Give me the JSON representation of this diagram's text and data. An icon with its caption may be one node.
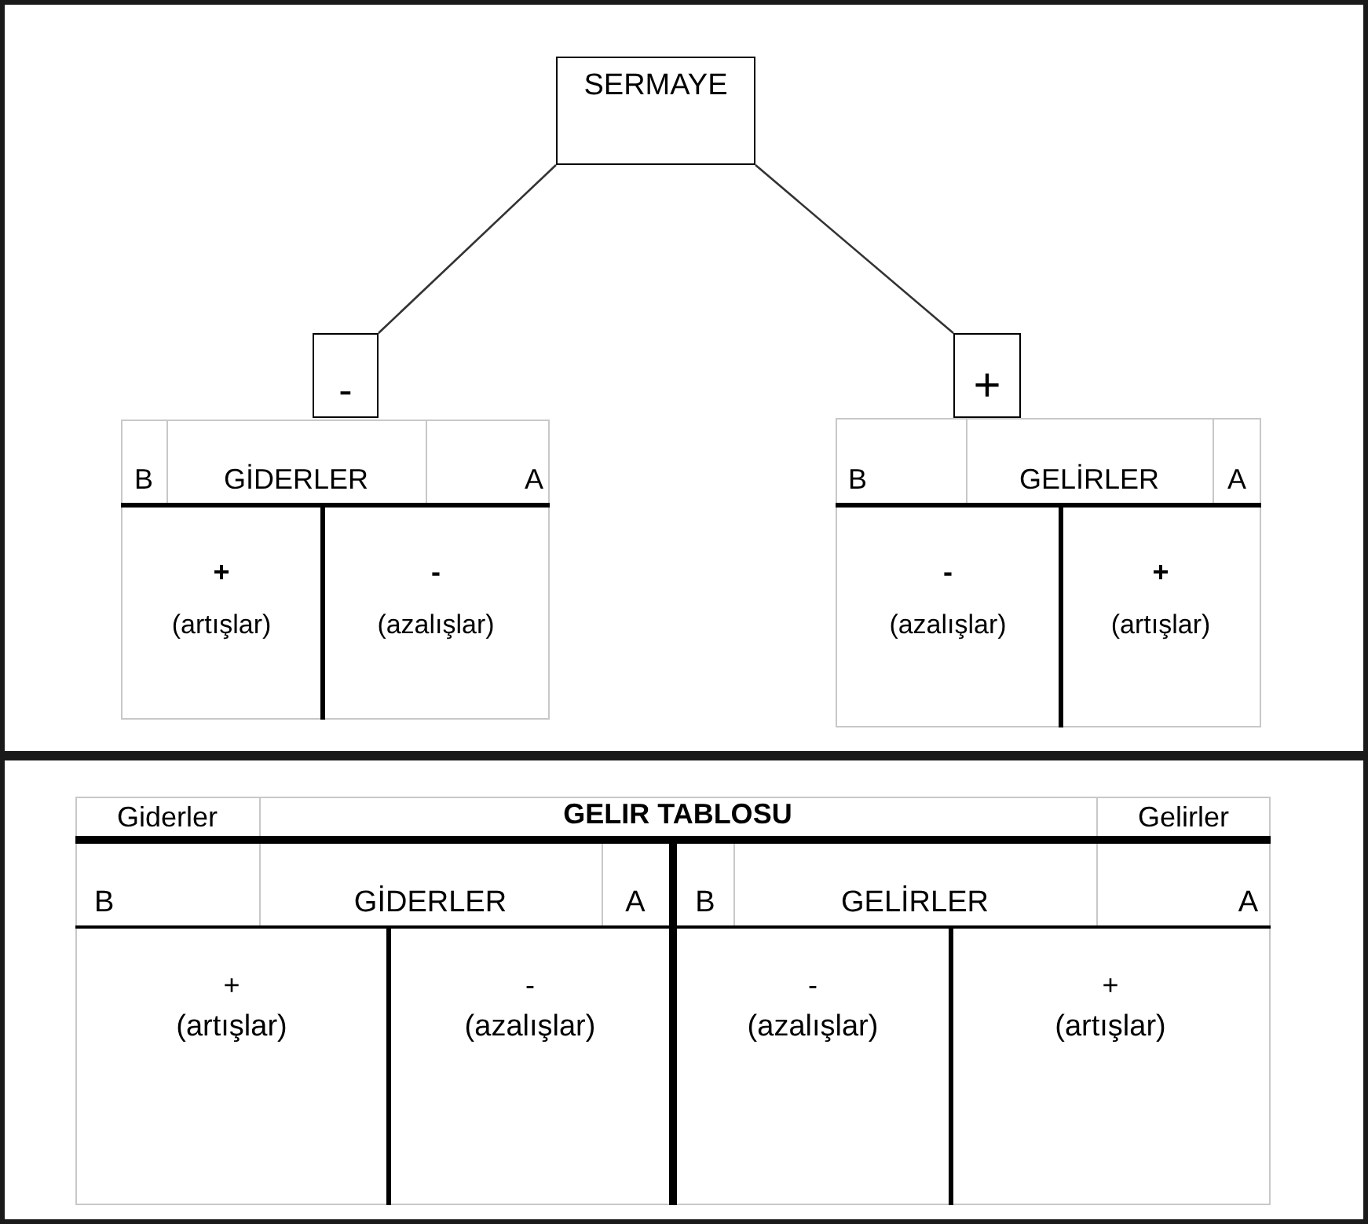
{
  "diagram": {
    "nodes": [
      {
        "text": [
          "SERMAYE"
        ]
      },
      {
        "text": [
          "-"
        ]
      },
      {
        "text": [
          "+"
        ]
      }
    ],
    "edges": [
      {
        "from": 0,
        "to": 1,
        "arrow": "none"
      },
      {
        "from": 0,
        "to": 2,
        "arrow": "none"
      }
    ],
    "labels": [
      "B",
      "GİDERLER",
      "A",
      "+",
      "(artışlar)",
      "-",
      "(azalışlar)",
      "B",
      "GELİRLER",
      "A",
      "-",
      "(azalışlar)",
      "+",
      "(artışlar)",
      "Giderler",
      "GELIR TABLOSU",
      "Gelirler",
      "B",
      "GİDERLER",
      "A",
      "B",
      "GELİRLER",
      "A",
      "+",
      "(artışlar)",
      "-",
      "(azalışlar)",
      "-",
      "(azalışlar)",
      "+",
      "(artışlar)"
    ]
  }
}
